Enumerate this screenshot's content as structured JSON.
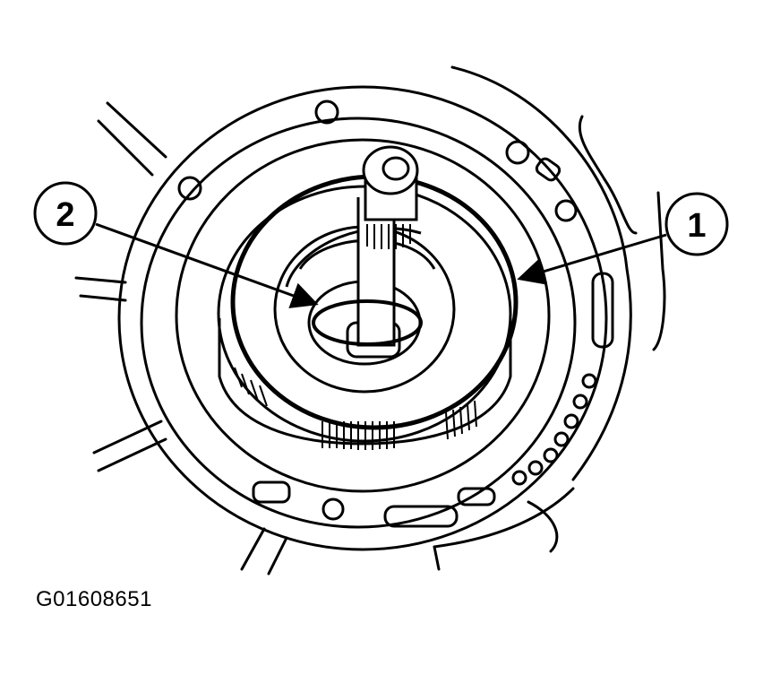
{
  "callouts": [
    {
      "number": "2"
    },
    {
      "number": "1"
    }
  ],
  "figure_id": "G01608651",
  "colors": {
    "ink": "#000000",
    "paper": "#ffffff"
  }
}
